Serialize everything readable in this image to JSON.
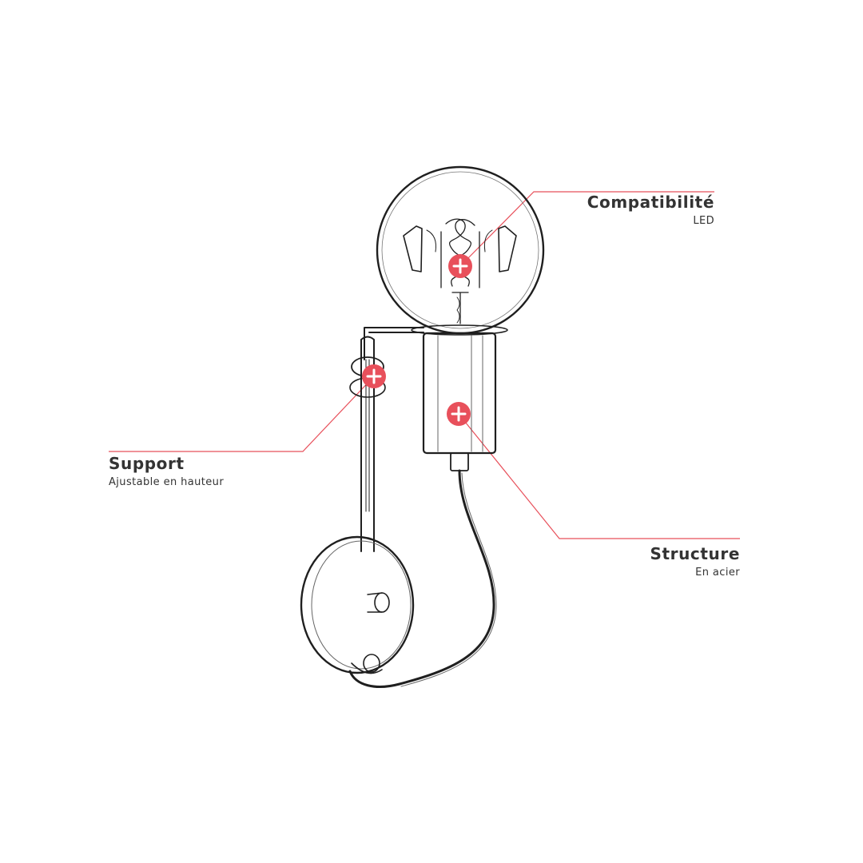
{
  "colors": {
    "accent": "#e8505b",
    "sketch": "#1f1f1f",
    "text": "#333333",
    "background": "#ffffff"
  },
  "callouts": [
    {
      "id": "compatibilite",
      "title": "Compatibilité",
      "subtitle": "LED",
      "icon": "plus-icon"
    },
    {
      "id": "support",
      "title": "Support",
      "subtitle": "Ajustable en hauteur",
      "icon": "plus-icon"
    },
    {
      "id": "structure",
      "title": "Structure",
      "subtitle": "En acier",
      "icon": "plus-icon"
    }
  ]
}
